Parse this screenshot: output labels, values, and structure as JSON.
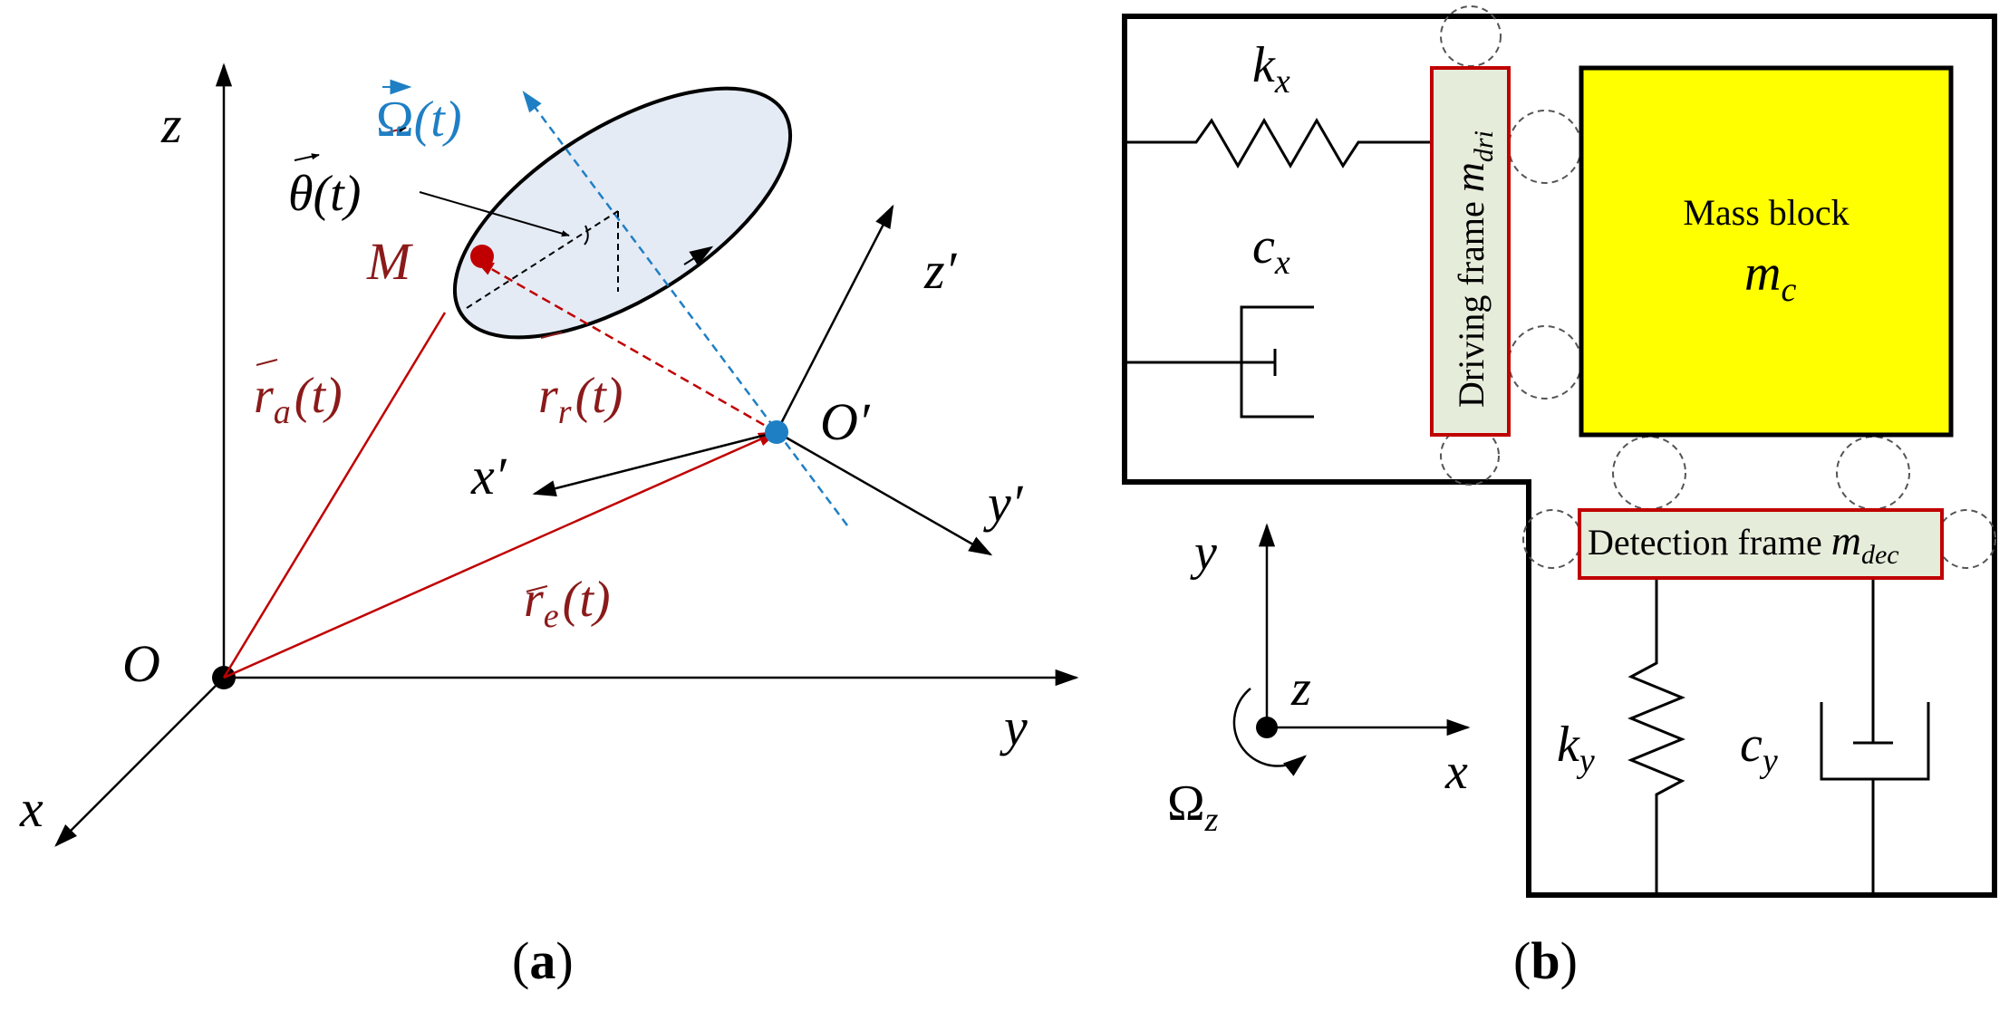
{
  "panel_a": {
    "caption_open": "(",
    "caption_letter": "a",
    "caption_close": ")",
    "axis_z": "z",
    "axis_y": "y",
    "axis_x": "x",
    "origin": "O",
    "point_m": "M",
    "origin_prime": "O′",
    "axis_x_prime": "x′",
    "axis_y_prime": "y′",
    "axis_z_prime": "z′",
    "omega": {
      "base": "Ω",
      "arg": "(t)"
    },
    "theta": {
      "base": "θ",
      "arg": "(t)"
    },
    "r_a": {
      "base": "r",
      "sub": "a",
      "arg": "(t)"
    },
    "r_r": {
      "base": "r",
      "sub": "r",
      "arg": "(t)"
    },
    "r_e": {
      "base": "r",
      "sub": "e",
      "arg": "(t)"
    },
    "colors": {
      "dark_red": "#8b1a1a",
      "red": "#c00000",
      "blue": "#1f7fc4",
      "disk_fill": "#e4ebf5",
      "black": "#000000"
    }
  },
  "panel_b": {
    "caption_open": "(",
    "caption_letter": "b",
    "caption_close": ")",
    "spring_x": {
      "base": "k",
      "sub": "x"
    },
    "damper_x": {
      "base": "c",
      "sub": "x"
    },
    "spring_y": {
      "base": "k",
      "sub": "y"
    },
    "damper_y": {
      "base": "c",
      "sub": "y"
    },
    "driving_frame": {
      "label": "Driving frame ",
      "mass": "m",
      "sub": "dri"
    },
    "mass_block": {
      "label": "Mass block",
      "mass": "m",
      "sub": "c"
    },
    "detection_frame": {
      "label": "Detection frame ",
      "mass": "m",
      "sub": "dec"
    },
    "axis_y": "y",
    "axis_x": "x",
    "axis_z": "z",
    "omega_z": {
      "base": "Ω",
      "sub": "z"
    },
    "colors": {
      "mass_fill": "#ffff00",
      "frame_fill": "#e6ecda",
      "frame_border": "#c00000",
      "black": "#000000"
    }
  }
}
